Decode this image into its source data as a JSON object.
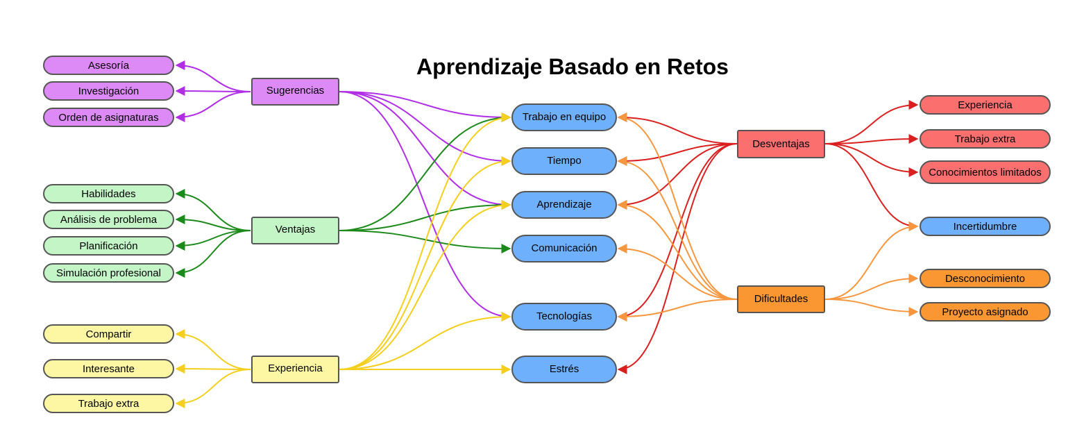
{
  "title": "Aprendizaje Basado en Retos",
  "colors": {
    "purple_fill": "#dd8af7",
    "purple_line": "#b02ee6",
    "green_fill": "#c3f5c7",
    "green_line": "#1b8a1b",
    "yellow_fill": "#fdf7a4",
    "yellow_line": "#f5cf1e",
    "blue_fill": "#6eb0fb",
    "red_fill": "#fb6f6f",
    "red_line": "#da1f1f",
    "orange_fill": "#fb9733",
    "orange_line": "#f7963d",
    "stroke": "#555555"
  },
  "hubs": {
    "sugerencias": "Sugerencias",
    "ventajas": "Ventajas",
    "experiencia": "Experiencia",
    "desventajas": "Desventajas",
    "dificultades": "Dificultades"
  },
  "left_leaves": {
    "sugerencias": [
      "Asesoría",
      "Investigación",
      "Orden de asignaturas"
    ],
    "ventajas": [
      "Habilidades",
      "Análisis de problema",
      "Planificación",
      "Simulación profesional"
    ],
    "experiencia": [
      "Compartir",
      "Interesante",
      "Trabajo extra"
    ]
  },
  "center": [
    "Trabajo en equipo",
    "Tiempo",
    "Aprendizaje",
    "Comunicación",
    "Tecnologías",
    "Estrés"
  ],
  "right_leaves": {
    "desventajas": [
      "Experiencia",
      "Trabajo extra",
      "Conocimientos limitados"
    ],
    "shared": [
      "Incertidumbre"
    ],
    "dificultades": [
      "Desconocimiento",
      "Proyecto asignado"
    ]
  },
  "links": {
    "sugerencias_to_center": [
      "Trabajo en equipo",
      "Tiempo",
      "Aprendizaje",
      "Tecnologías"
    ],
    "ventajas_to_center": [
      "Trabajo en equipo",
      "Aprendizaje",
      "Comunicación"
    ],
    "experiencia_to_center": [
      "Trabajo en equipo",
      "Tiempo",
      "Aprendizaje",
      "Tecnologías",
      "Estrés"
    ],
    "desventajas_to_center": [
      "Trabajo en equipo",
      "Tiempo",
      "Aprendizaje",
      "Tecnologías",
      "Estrés"
    ],
    "dificultades_to_center": [
      "Trabajo en equipo",
      "Tiempo",
      "Aprendizaje",
      "Comunicación",
      "Tecnologías"
    ],
    "desventajas_to_right": [
      "Experiencia",
      "Trabajo extra",
      "Conocimientos limitados",
      "Incertidumbre"
    ],
    "dificultades_to_right": [
      "Incertidumbre",
      "Desconocimiento",
      "Proyecto asignado"
    ]
  }
}
